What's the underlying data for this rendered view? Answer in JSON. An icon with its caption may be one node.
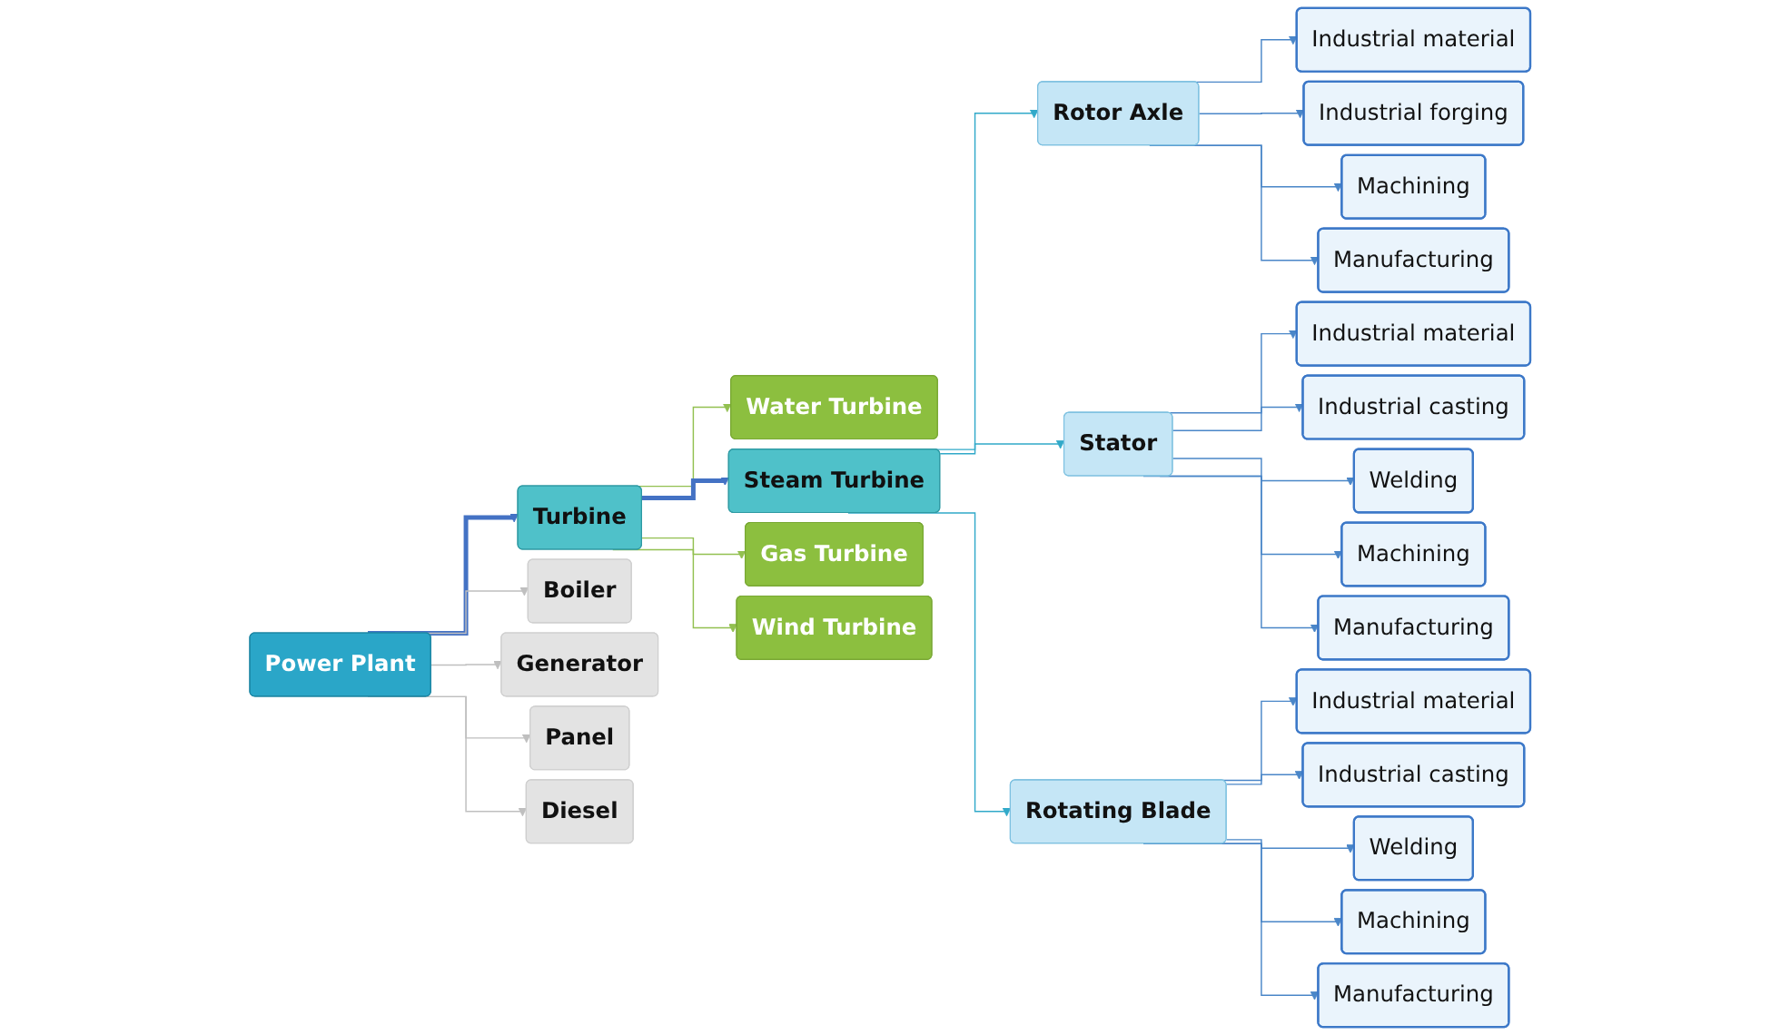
{
  "diagram": {
    "nodes": [
      {
        "text": [
          "Power Plant"
        ]
      },
      {
        "text": [
          "Turbine"
        ]
      },
      {
        "text": [
          "Boiler"
        ]
      },
      {
        "text": [
          "Generator"
        ]
      },
      {
        "text": [
          "Panel"
        ]
      },
      {
        "text": [
          "Diesel"
        ]
      },
      {
        "text": [
          "Water Turbine"
        ]
      },
      {
        "text": [
          "Steam Turbine"
        ]
      },
      {
        "text": [
          "Gas Turbine"
        ]
      },
      {
        "text": [
          "Wind Turbine"
        ]
      },
      {
        "text": [
          "Rotor Axle"
        ]
      },
      {
        "text": [
          "Stator"
        ]
      },
      {
        "text": [
          "Rotating Blade"
        ]
      },
      {
        "text": [
          "Industrial material"
        ]
      },
      {
        "text": [
          "Industrial forging"
        ]
      },
      {
        "text": [
          "Machining"
        ]
      },
      {
        "text": [
          "Manufacturing"
        ]
      },
      {
        "text": [
          "Industrial material"
        ]
      },
      {
        "text": [
          "Industrial casting"
        ]
      },
      {
        "text": [
          "Welding"
        ]
      },
      {
        "text": [
          "Machining"
        ]
      },
      {
        "text": [
          "Manufacturing"
        ]
      },
      {
        "text": [
          "Industrial material"
        ]
      },
      {
        "text": [
          "Industrial casting"
        ]
      },
      {
        "text": [
          "Welding"
        ]
      },
      {
        "text": [
          "Machining"
        ]
      },
      {
        "text": [
          "Manufacturing"
        ]
      }
    ],
    "edges": [
      {
        "from": 0,
        "to": 1,
        "arrow": "to",
        "style": "thick",
        "color": "#4472c4"
      },
      {
        "from": 0,
        "to": 2,
        "arrow": "to",
        "color": "#bfbfbf"
      },
      {
        "from": 0,
        "to": 3,
        "arrow": "to",
        "color": "#bfbfbf"
      },
      {
        "from": 0,
        "to": 4,
        "arrow": "to",
        "color": "#bfbfbf"
      },
      {
        "from": 0,
        "to": 5,
        "arrow": "to",
        "color": "#bfbfbf"
      },
      {
        "from": 1,
        "to": 6,
        "arrow": "to",
        "color": "#92c050"
      },
      {
        "from": 1,
        "to": 7,
        "arrow": "to",
        "style": "thick",
        "color": "#4472c4"
      },
      {
        "from": 1,
        "to": 8,
        "arrow": "to",
        "color": "#92c050"
      },
      {
        "from": 1,
        "to": 9,
        "arrow": "to",
        "color": "#92c050"
      },
      {
        "from": 7,
        "to": 10,
        "arrow": "to",
        "color": "#31a9c9"
      },
      {
        "from": 7,
        "to": 11,
        "arrow": "to",
        "color": "#31a9c9"
      },
      {
        "from": 7,
        "to": 12,
        "arrow": "to",
        "color": "#31a9c9"
      },
      {
        "from": 10,
        "to": 13,
        "arrow": "to"
      },
      {
        "from": 10,
        "to": 14,
        "arrow": "to"
      },
      {
        "from": 10,
        "to": 15,
        "arrow": "to"
      },
      {
        "from": 10,
        "to": 16,
        "arrow": "to"
      },
      {
        "from": 11,
        "to": 17,
        "arrow": "to"
      },
      {
        "from": 11,
        "to": 18,
        "arrow": "to"
      },
      {
        "from": 11,
        "to": 19,
        "arrow": "to"
      },
      {
        "from": 11,
        "to": 20,
        "arrow": "to"
      },
      {
        "from": 11,
        "to": 21,
        "arrow": "to"
      },
      {
        "from": 12,
        "to": 22,
        "arrow": "to"
      },
      {
        "from": 12,
        "to": 23,
        "arrow": "to"
      },
      {
        "from": 12,
        "to": 24,
        "arrow": "to"
      },
      {
        "from": 12,
        "to": 25,
        "arrow": "to"
      },
      {
        "from": 12,
        "to": 26,
        "arrow": "to"
      }
    ]
  }
}
